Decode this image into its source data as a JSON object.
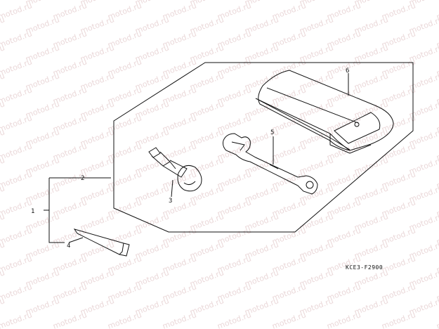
{
  "diagram": {
    "watermark_text": "motod.ru",
    "callouts": {
      "c1": "1",
      "c2": "2",
      "c3": "3",
      "c4": "4",
      "c5": "5",
      "c6": "6"
    },
    "drawing_code": "KCE3-F2900",
    "colors": {
      "line": "#111111",
      "watermark": "#d9b8ba",
      "background": "#ffffff"
    }
  }
}
